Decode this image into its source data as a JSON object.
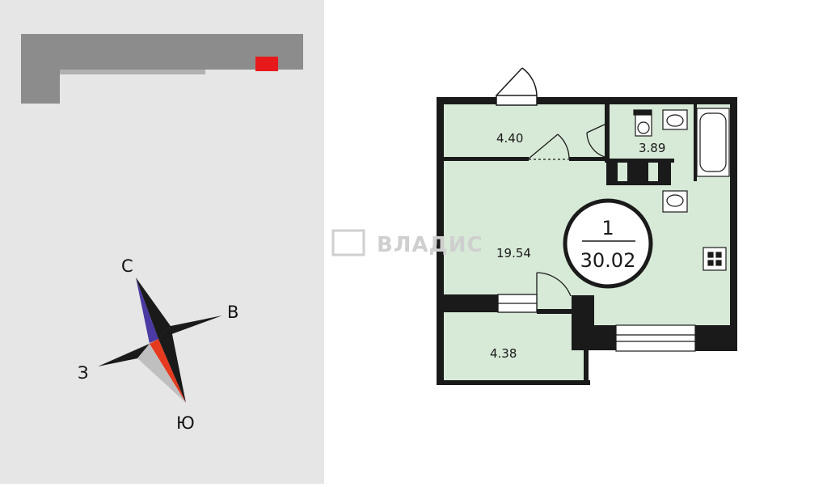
{
  "compass": {
    "north": "С",
    "east": "В",
    "south": "Ю",
    "west": "З",
    "colors": {
      "north": "#4b3aa3",
      "south": "#e63a1e",
      "dark": "#1a1a1a",
      "light": "#bfbfbf"
    }
  },
  "building_locator": {
    "highlight_color": "#e8191b",
    "building_color": "#8c8c8c"
  },
  "plan": {
    "room_count": "1",
    "total_area": "30.02",
    "rooms": {
      "hall": "4.40",
      "bathroom": "3.89",
      "living": "19.54",
      "balcony": "4.38"
    },
    "watermark": "ВЛАДИС",
    "colors": {
      "floor": "#d7e9d7",
      "wall": "#1a1a1a"
    }
  }
}
